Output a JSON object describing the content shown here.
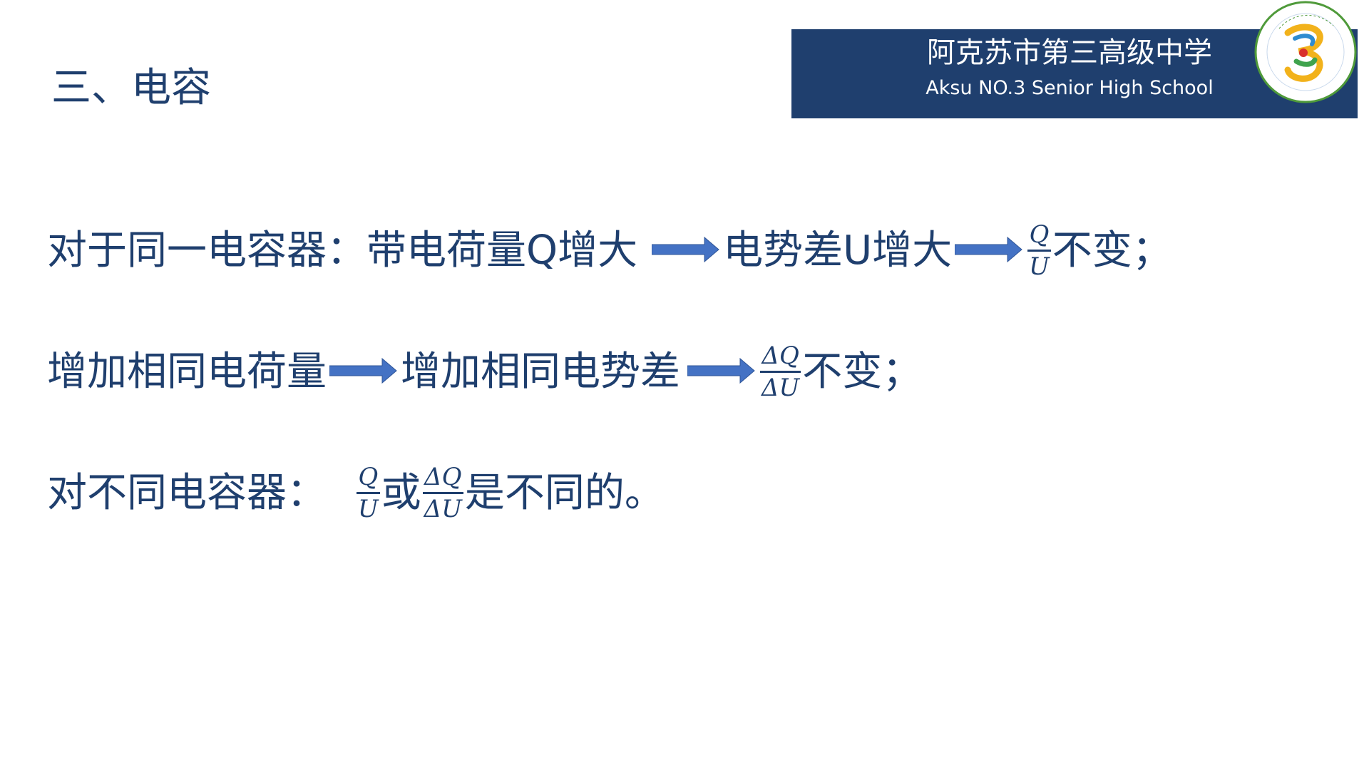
{
  "header": {
    "school_name_cn": "阿克苏市第三高级中学",
    "school_name_en": "Aksu NO.3 Senior High School",
    "logo_text": "阿克苏市第三高级中学 Aksu NO.3 Senior High School",
    "banner_color": "#1f3f6e"
  },
  "slide": {
    "title": "三、电容",
    "line1": {
      "a": "对于同一电容器：带电荷量Q增大",
      "b": "电势差U增大",
      "frac_num": "Q",
      "frac_den": "U",
      "c": "不变；"
    },
    "line2": {
      "a": "增加相同电荷量",
      "b": "增加相同电势差",
      "frac_num": "ΔQ",
      "frac_den": "ΔU",
      "c": "不变；"
    },
    "line3": {
      "a": "对不同电容器：",
      "frac1_num": "Q",
      "frac1_den": "U",
      "b": "或",
      "frac2_num": "ΔQ",
      "frac2_den": "ΔU",
      "c": "是不同的。"
    },
    "text_color": "#1f3f6e",
    "arrow_color": "#4472c4"
  }
}
